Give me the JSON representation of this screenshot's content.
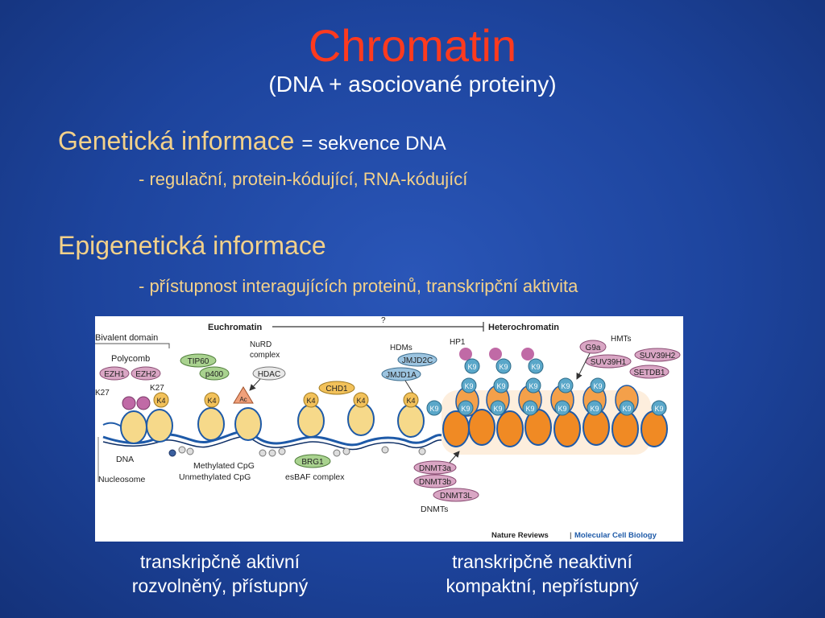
{
  "title": "Chromatin",
  "subtitle": "(DNA + asociované proteiny)",
  "genetic": {
    "heading": "Genetická informace",
    "definition": "= sekvence DNA",
    "detail": "- regulační, protein-kódující, RNA-kódující"
  },
  "epigenetic": {
    "heading": "Epigenetická informace",
    "detail": "- přístupnost interagujících proteinů, transkripční aktivita"
  },
  "figure": {
    "euchromatin": "Euchromatin",
    "question": "?",
    "heterochromatin": "Heterochromatin",
    "bivalent_domain": "Bivalent domain",
    "polycomb": "Polycomb",
    "ezh1": "EZH1",
    "ezh2": "EZH2",
    "k27_left": "K27",
    "k27": "K27",
    "tip60": "TIP60",
    "p400": "p400",
    "nurd": "NuRD",
    "complex": "complex",
    "hdac": "HDAC",
    "ac": "Ac",
    "chd1": "CHD1",
    "hdms": "HDMs",
    "jmjd2c": "JMJD2C",
    "jmjd1a": "JMJD1A",
    "hp1": "HP1",
    "hmts": "HMTs",
    "g9a": "G9a",
    "suv39h2": "SUV39H2",
    "suv39h1": "SUV39H1",
    "setdb1": "SETDB1",
    "k4": "K4",
    "k9": "K9",
    "dna": "DNA",
    "nucleosome": "Nucleosome",
    "methylated_cpg": "Methylated CpG",
    "unmethylated_cpg": "Unmethylated CpG",
    "brg1": "BRG1",
    "esbaf": "esBAF complex",
    "dnmt3a": "DNMT3a",
    "dnmt3b": "DNMT3b",
    "dnmt3l": "DNMT3L",
    "dnmts": "DNMTs",
    "credit_journal": "Nature Reviews",
    "credit_sep": "|",
    "credit_section": "Molecular Cell Biology"
  },
  "captions": {
    "active_1": "transkripčně aktivní",
    "active_2": "rozvolněný, přístupný",
    "inactive_1": "transkripčně neaktivní",
    "inactive_2": "kompaktní, nepřístupný"
  },
  "colors": {
    "title": "#ff3a1e",
    "heading": "#f3d18a",
    "background": "#1d449d",
    "histone_active": "#f2c15a",
    "histone_inactive": "#f08a24",
    "k9_badge": "#5aa7c9",
    "purple_protein": "#d9a6c4",
    "green_protein": "#a9d28f"
  }
}
